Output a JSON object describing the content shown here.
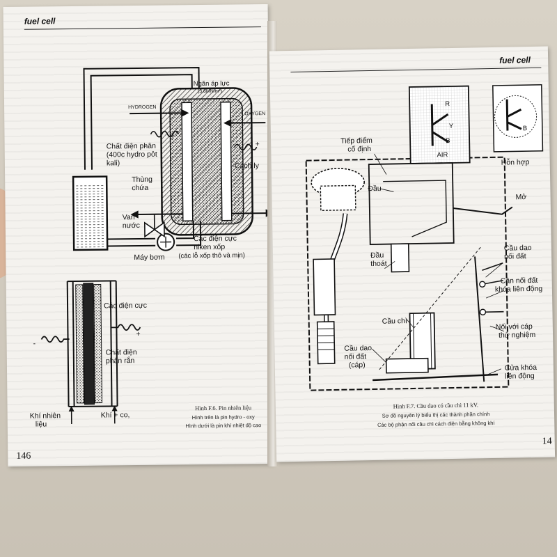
{
  "left_page": {
    "header": "fuel cell",
    "page_number": "146",
    "fig_top_labels": {
      "pressure_vessel": "Ngăn áp lực",
      "pressure_value": "(3,6MN/m²)",
      "hydrogen": "HYDROGEN",
      "oxygen": "OXYGEN",
      "electrolyte_line1": "Chất điện phân",
      "electrolyte_line2": "(400c hydro pôt",
      "electrolyte_line3": "kali)",
      "separator": "Cách ly",
      "tank_line1": "Thùng",
      "tank_line2": "chứa",
      "valve_line1": "Van",
      "valve_line2": "nước",
      "pump": "Máy bơm",
      "electrodes_line1": "Các điện cực",
      "electrodes_line2": "niken xốp",
      "electrodes_line3": "(các lỗ xốp thô và mịn)",
      "minus": "-",
      "plus": "+"
    },
    "fig_bottom_labels": {
      "electrodes": "Các điện cực",
      "solid_line1": "Chất điện",
      "solid_line2": "phân rắn",
      "fuel_line1": "Khí nhiên",
      "fuel_line2": "liệu",
      "air": "Khí + co,",
      "minus": "-",
      "plus": "+"
    },
    "caption": {
      "title": "Hình F.6. Pin nhiên liệu",
      "line1": "Hình trên là pin hydro - oxy",
      "line2": "Hình dưới là pin khí nhiệt độ cao"
    }
  },
  "right_page": {
    "header": "fuel cell",
    "page_number": "14",
    "labels": {
      "fixed_contact_line1": "Tiếp điểm",
      "fixed_contact_line2": "cố định",
      "head": "Đầu",
      "outlet_line1": "Đầu",
      "outlet_line2": "thoát",
      "fuse": "Cầu chì",
      "earth_switch_line1": "Cầu dao",
      "earth_switch_line2": "nối đất",
      "earth_switch_line3": "(cáp)",
      "earth_knife_line1": "Cầu dao",
      "earth_knife_line2": "nối đất",
      "earth_lever_line1": "Cần nối đất",
      "earth_lever_line2": "khóa liên động",
      "test_cable_line1": "Nối với cáp",
      "test_cable_line2": "thử nghiệm",
      "interlock_door_line1": "Cửa khóa",
      "interlock_door_line2": "liên động",
      "open": "Mở",
      "mixed": "Hỗn hợp",
      "r": "R",
      "y": "Y",
      "b": "B",
      "air": "AIR",
      "b2": "B"
    },
    "caption": {
      "title": "Hình F.7. Cầu dao có cầu chì 11 kV.",
      "line1": "Sơ đồ nguyên lý biểu thị các thành phần chính",
      "line2": "Các bộ phận nối cầu chì cách điện bằng không khí"
    }
  }
}
